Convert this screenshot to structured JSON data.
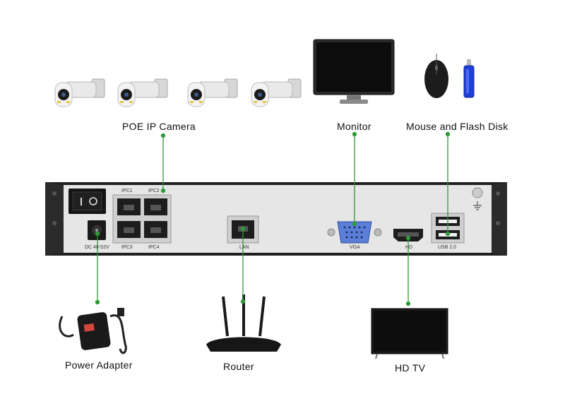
{
  "devices": {
    "cameras": "POE IP Camera",
    "monitor": "Monitor",
    "mouse_flash": "Mouse and Flash Disk",
    "power": "Power Adapter",
    "router": "Router",
    "tv": "HD TV"
  },
  "ports": {
    "ipc1": "IPC1",
    "ipc2": "IPC2",
    "ipc3": "IPC3",
    "ipc4": "IPC4",
    "dc": "DC 48-52V",
    "lan": "LAN",
    "vga": "VGA",
    "hd": "HD",
    "usb": "USB 2.0"
  },
  "colors": {
    "connector": "#2e9a3a",
    "chassis": "#1f1f1f",
    "panel": "#e6e6e6"
  }
}
